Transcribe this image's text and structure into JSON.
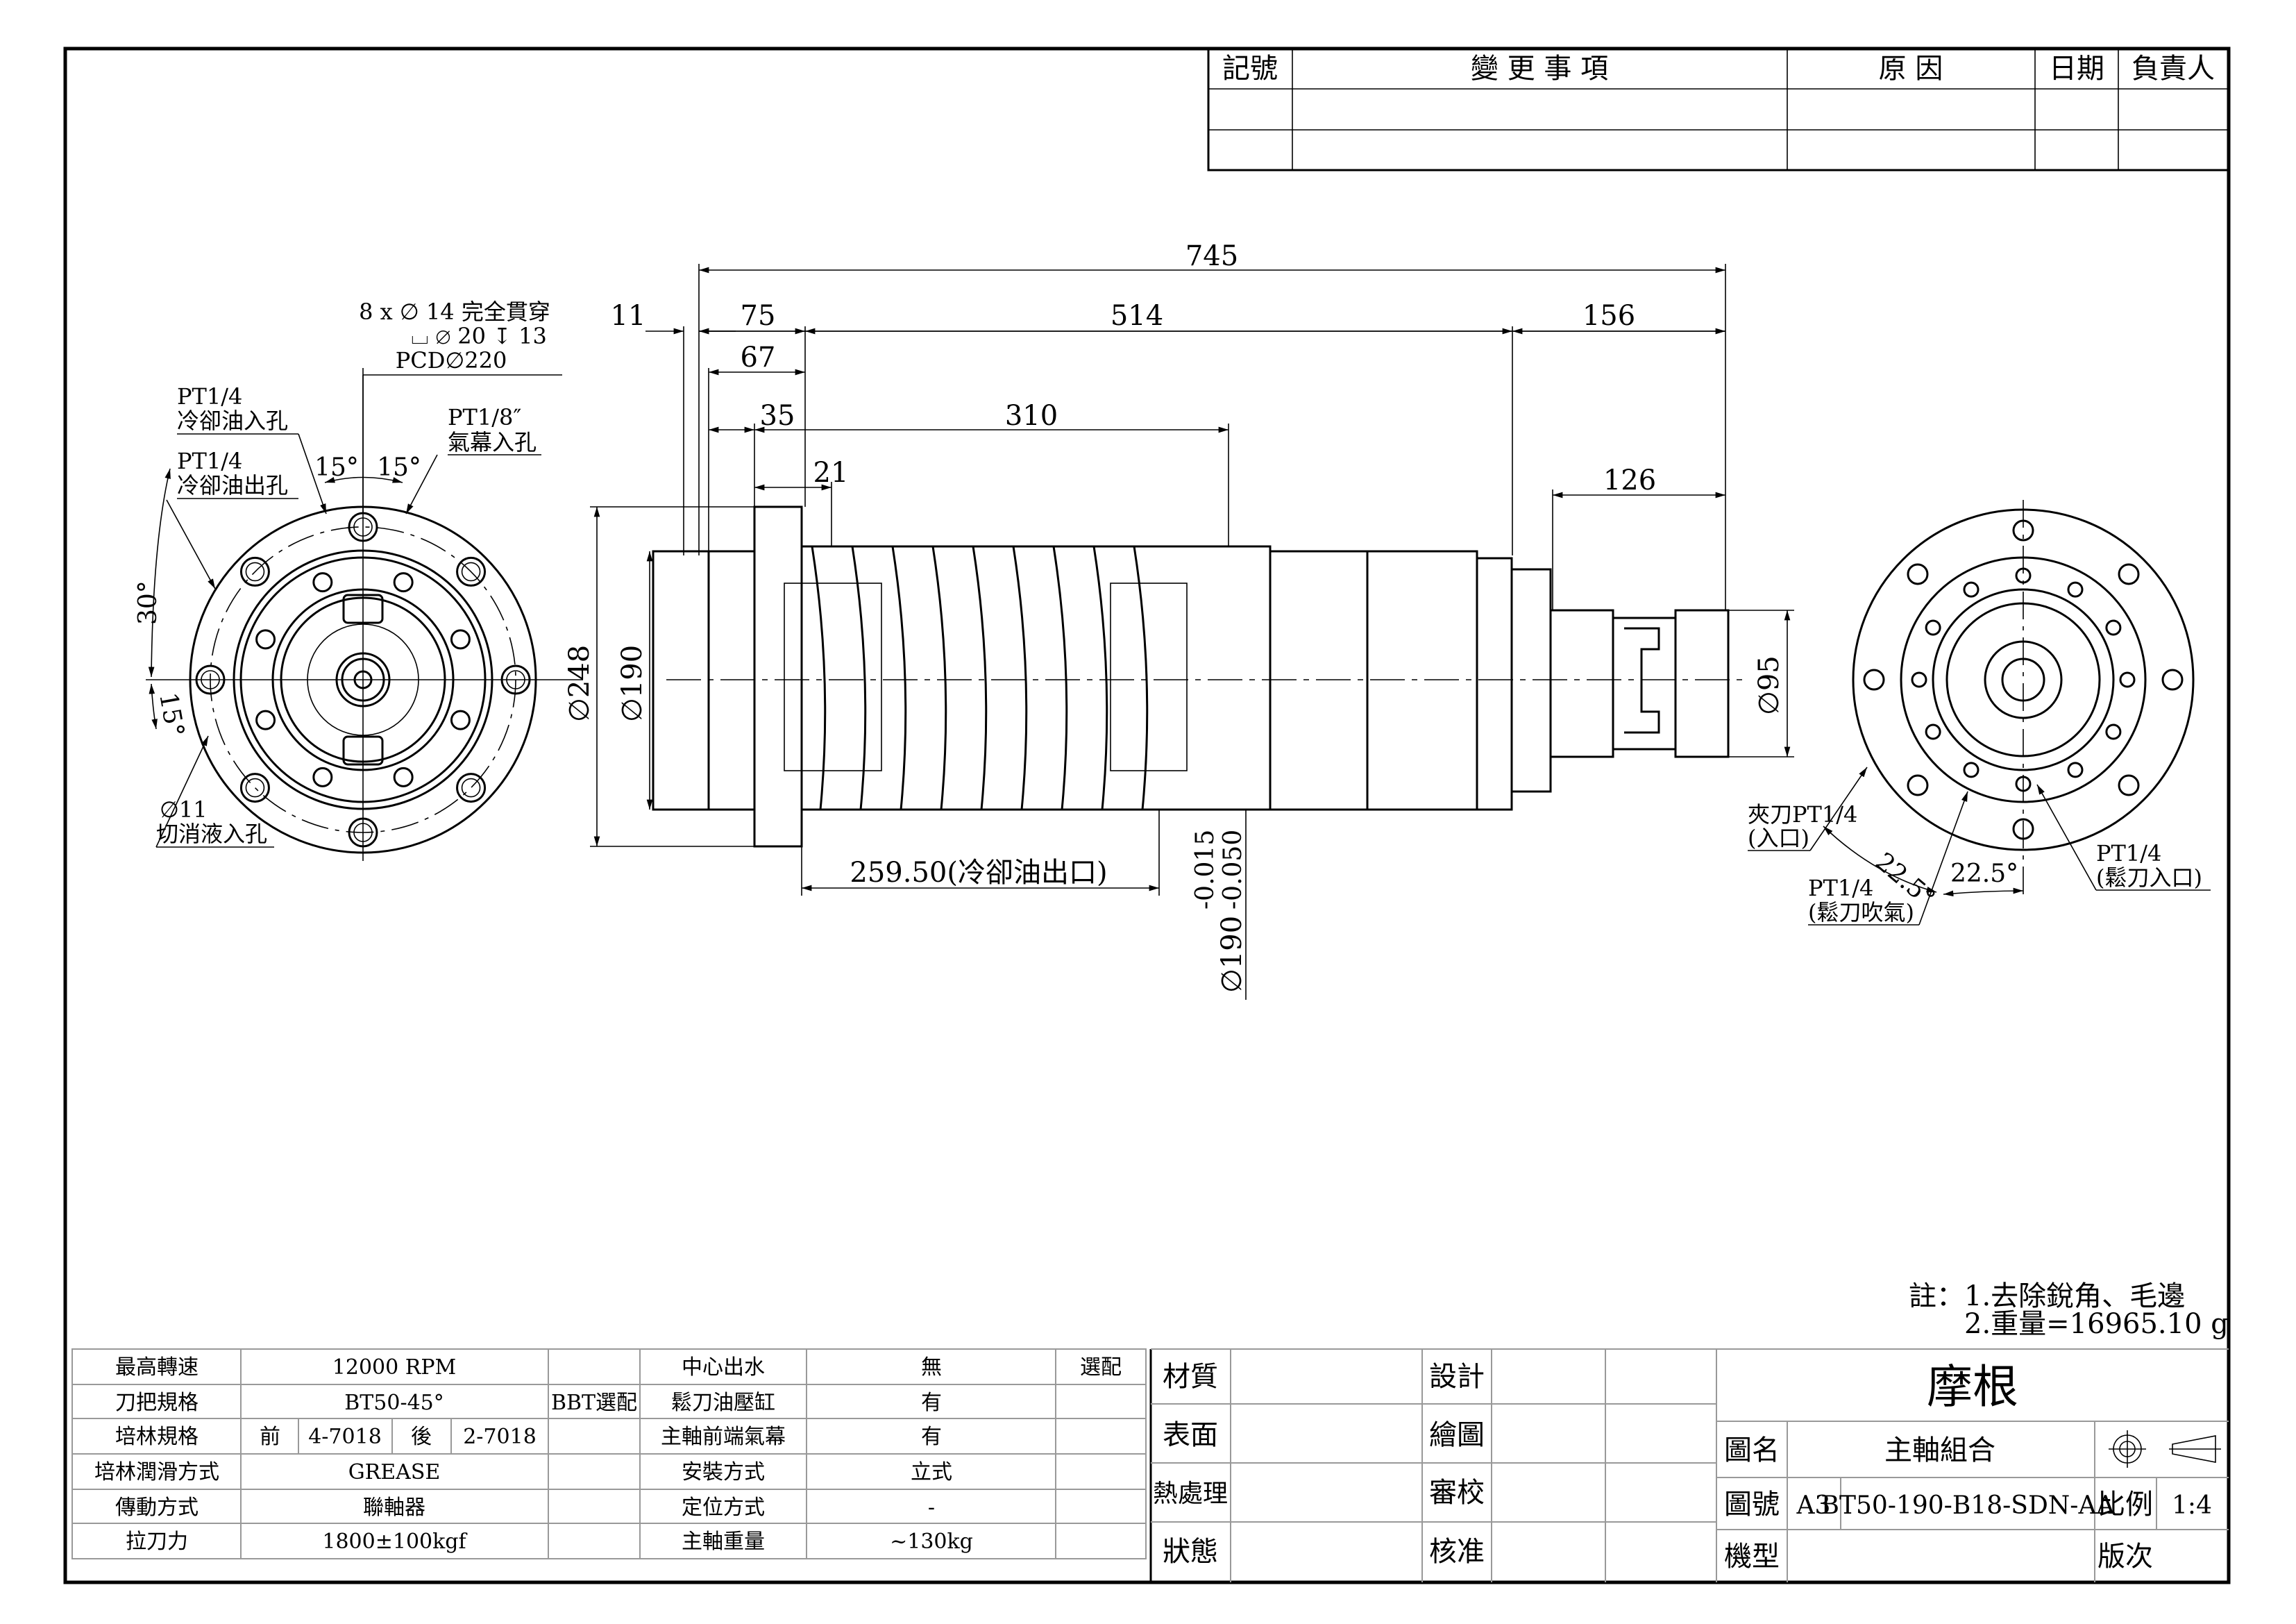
{
  "revision_table": {
    "headers": [
      "記號",
      "變 更 事 項",
      "原 因",
      "日期",
      "負責人"
    ]
  },
  "dimensions": {
    "overall": "745",
    "d11": "11",
    "d75": "75",
    "d514": "514",
    "d156": "156",
    "d67": "67",
    "d35": "35",
    "d310": "310",
    "d21": "21",
    "d126": "126",
    "dia248": "∅248",
    "dia190": "∅190",
    "dia95": "∅95",
    "coolant_outlet": "259.50(冷卻油出口)",
    "tol_dia": "∅190",
    "tol_upper": "-0.015",
    "tol_lower": "-0.050"
  },
  "front_view": {
    "hole_spec_1": "8 x ∅ 14 完全貫穿",
    "hole_spec_2": "⌴ ∅ 20 ↧ 13",
    "pcd": "PCD∅220",
    "oil_in_size": "PT1/4",
    "oil_in_label": "冷卻油入孔",
    "oil_out_size": "PT1/4",
    "oil_out_label": "冷卻油出孔",
    "air_size": "PT1/8″",
    "air_label": "氣幕入孔",
    "angle_a": "15°",
    "angle_b": "15°",
    "angle_c": "30°",
    "angle_d": "15°",
    "coolant_size": "∅11",
    "coolant_label": "切消液入孔"
  },
  "rear_view": {
    "clamp_label": "夾刀PT1/4",
    "clamp_sub": "(入口)",
    "blow_size": "PT1/4",
    "blow_label": "(鬆刀吹氣)",
    "release_size": "PT1/4",
    "release_label": "(鬆刀入口)",
    "angle_a": "22.5°",
    "angle_b": "22.5°"
  },
  "notes": {
    "line1": "註：1.去除銳角、毛邊",
    "line2": "2.重量=16965.10 g"
  },
  "spec_table": {
    "rows": [
      {
        "label": "最高轉速",
        "value": "12000    RPM",
        "extra": "",
        "label2": "中心出水",
        "value2": "無",
        "note": "選配"
      },
      {
        "label": "刀把規格",
        "value": "BT50-45°",
        "extra": "BBT選配",
        "label2": "鬆刀油壓缸",
        "value2": "有",
        "note": ""
      },
      {
        "label": "培林規格",
        "front": "前",
        "front_val": "4-7018",
        "rear": "後",
        "rear_val": "2-7018",
        "extra": "",
        "label2": "主軸前端氣幕",
        "value2": "有",
        "note": ""
      },
      {
        "label": "培林潤滑方式",
        "value": "GREASE",
        "extra": "",
        "label2": "安裝方式",
        "value2": "立式",
        "note": ""
      },
      {
        "label": "傳動方式",
        "value": "聯軸器",
        "extra": "",
        "label2": "定位方式",
        "value2": "-",
        "note": ""
      },
      {
        "label": "拉刀力",
        "value": "1800±100kgf",
        "extra": "",
        "label2": "主軸重量",
        "value2": "~130kg",
        "note": ""
      }
    ]
  },
  "title_block": {
    "material": "材質",
    "surface": "表面",
    "heat": "熱處理",
    "status": "狀態",
    "design": "設計",
    "drawing": "繪圖",
    "review": "審校",
    "approve": "核准",
    "company": "摩根",
    "name_label": "圖名",
    "name_value": "主軸組合",
    "number_label": "圖號",
    "sheet_size": "A3",
    "number_value": "BT50-190-B18-SDN-AA",
    "scale_label": "比例",
    "scale_value": "1:4",
    "model_label": "機型",
    "version_label": "版次"
  }
}
